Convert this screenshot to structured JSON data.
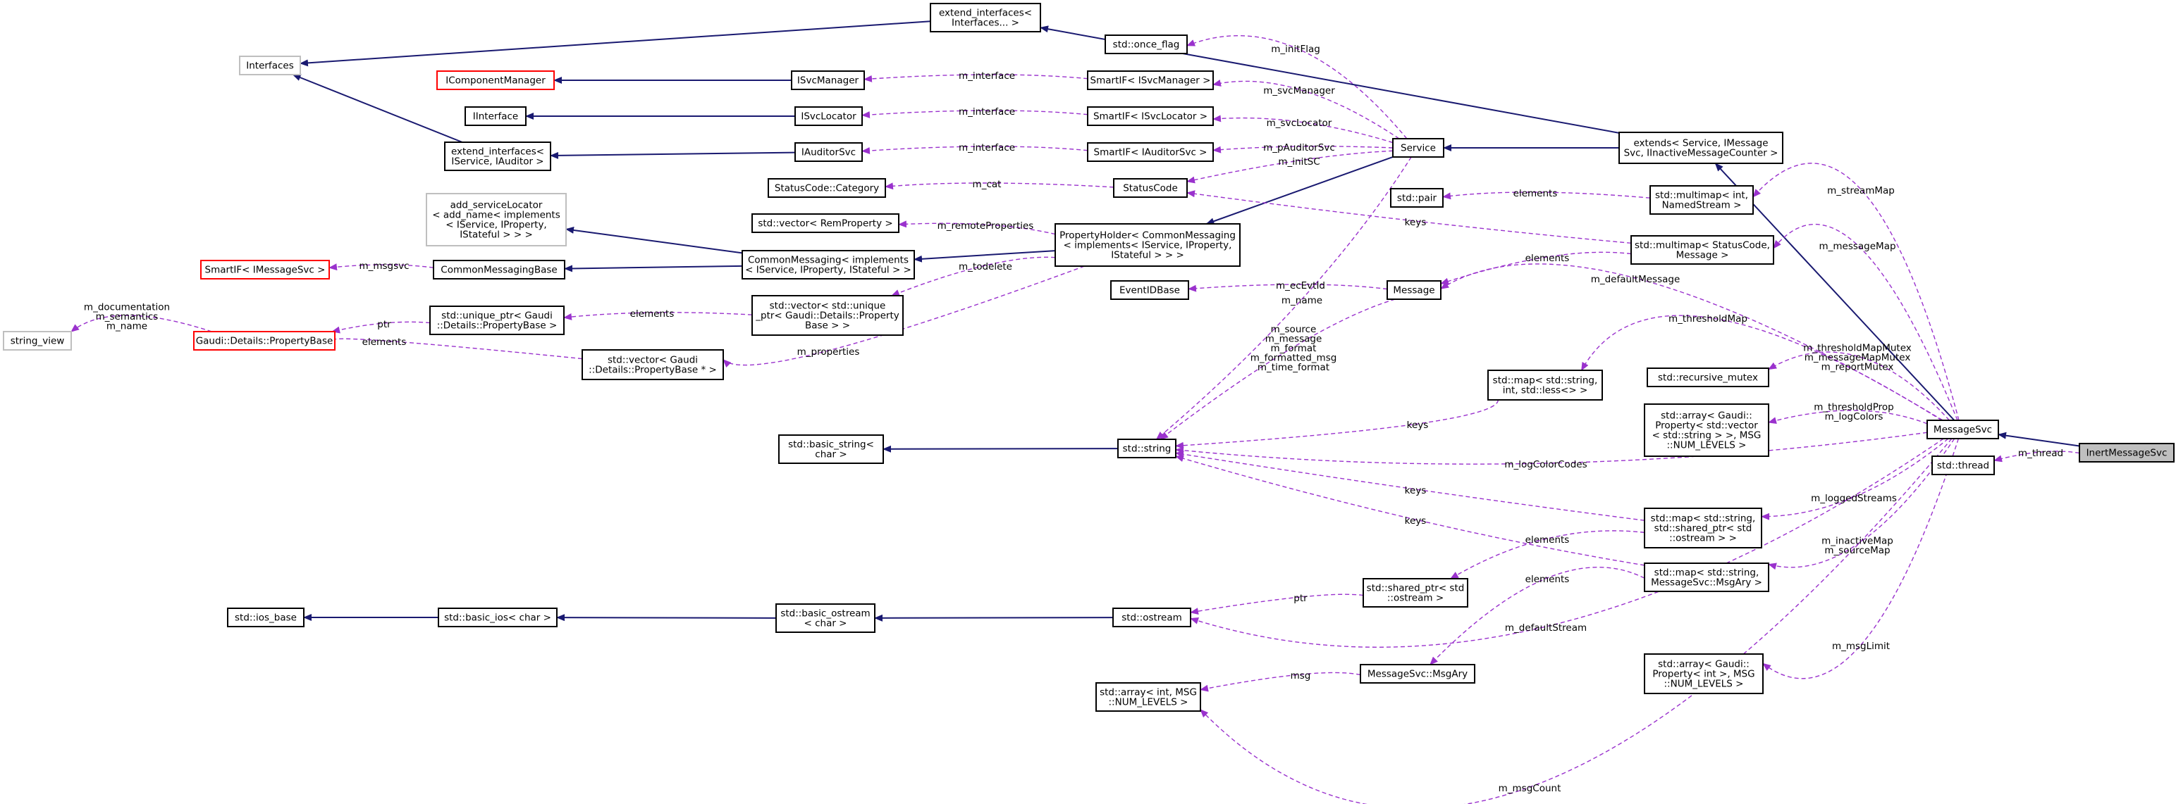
{
  "colors": {
    "inherit": "#191970",
    "usage": "#9a32cd",
    "node_border": "#000000",
    "node_border_external": "#ff0000",
    "node_border_gray": "#bfbfbf",
    "highlight_fill": "#bfbfbf",
    "background": "#ffffff"
  },
  "nodes": [
    {
      "id": "Interfaces",
      "lines": [
        "Interfaces"
      ],
      "style": "gray"
    },
    {
      "id": "extend_interfaces_top",
      "lines": [
        "extend_interfaces<",
        "Interfaces... >"
      ],
      "style": "black"
    },
    {
      "id": "IComponentManager",
      "lines": [
        "IComponentManager"
      ],
      "style": "red"
    },
    {
      "id": "IInterface",
      "lines": [
        "IInterface"
      ],
      "style": "black"
    },
    {
      "id": "extend_interfaces_auditor",
      "lines": [
        "extend_interfaces<",
        "IService, IAuditor >"
      ],
      "style": "black"
    },
    {
      "id": "ISvcManager",
      "lines": [
        "ISvcManager"
      ],
      "style": "black"
    },
    {
      "id": "ISvcLocator",
      "lines": [
        "ISvcLocator"
      ],
      "style": "black"
    },
    {
      "id": "IAuditorSvc",
      "lines": [
        "IAuditorSvc"
      ],
      "style": "black"
    },
    {
      "id": "once_flag",
      "lines": [
        "std::once_flag"
      ],
      "style": "black"
    },
    {
      "id": "SmartIF_ISvcManager",
      "lines": [
        "SmartIF< ISvcManager >"
      ],
      "style": "black"
    },
    {
      "id": "SmartIF_ISvcLocator",
      "lines": [
        "SmartIF< ISvcLocator >"
      ],
      "style": "black"
    },
    {
      "id": "SmartIF_IAuditorSvc",
      "lines": [
        "SmartIF< IAuditorSvc >"
      ],
      "style": "black"
    },
    {
      "id": "StatusCodeCategory",
      "lines": [
        "StatusCode::Category"
      ],
      "style": "black"
    },
    {
      "id": "StatusCode",
      "lines": [
        "StatusCode"
      ],
      "style": "black"
    },
    {
      "id": "Service",
      "lines": [
        "Service"
      ],
      "style": "black"
    },
    {
      "id": "extends_Service",
      "lines": [
        "extends< Service, IMessage",
        "Svc, IInactiveMessageCounter >"
      ],
      "style": "black"
    },
    {
      "id": "add_serviceLocator",
      "lines": [
        "add_serviceLocator",
        "< add_name< implements",
        "< IService, IProperty,",
        "IStateful > > >"
      ],
      "style": "gray"
    },
    {
      "id": "vector_RemProperty",
      "lines": [
        "std::vector< RemProperty >"
      ],
      "style": "black"
    },
    {
      "id": "SmartIF_IMessageSvc",
      "lines": [
        "SmartIF< IMessageSvc >"
      ],
      "style": "red"
    },
    {
      "id": "CommonMessagingBase",
      "lines": [
        "CommonMessagingBase"
      ],
      "style": "black"
    },
    {
      "id": "CommonMessaging",
      "lines": [
        "CommonMessaging< implements",
        "< IService, IProperty, IStateful > >"
      ],
      "style": "black"
    },
    {
      "id": "PropertyHolder",
      "lines": [
        "PropertyHolder< CommonMessaging",
        "< implements< IService, IProperty,",
        "IStateful > > >"
      ],
      "style": "black"
    },
    {
      "id": "string_view",
      "lines": [
        "string_view"
      ],
      "style": "gray"
    },
    {
      "id": "PropertyBase",
      "lines": [
        "Gaudi::Details::PropertyBase"
      ],
      "style": "red"
    },
    {
      "id": "unique_ptr_PropertyBase",
      "lines": [
        "std::unique_ptr< Gaudi",
        "::Details::PropertyBase >"
      ],
      "style": "black"
    },
    {
      "id": "vector_unique_ptr",
      "lines": [
        "std::vector< std::unique",
        "_ptr< Gaudi::Details::Property",
        "Base > >"
      ],
      "style": "black"
    },
    {
      "id": "vector_PropertyBase_ptr",
      "lines": [
        "std::vector< Gaudi",
        "::Details::PropertyBase * >"
      ],
      "style": "black"
    },
    {
      "id": "EventIDBase",
      "lines": [
        "EventIDBase"
      ],
      "style": "black"
    },
    {
      "id": "Message",
      "lines": [
        "Message"
      ],
      "style": "black"
    },
    {
      "id": "std_pair",
      "lines": [
        "std::pair"
      ],
      "style": "black"
    },
    {
      "id": "multimap_NamedStream",
      "lines": [
        "std::multimap< int,",
        "NamedStream >"
      ],
      "style": "black"
    },
    {
      "id": "multimap_StatusCode",
      "lines": [
        "std::multimap< StatusCode,",
        "Message >"
      ],
      "style": "black"
    },
    {
      "id": "basic_string_char",
      "lines": [
        "std::basic_string<",
        "char >"
      ],
      "style": "black"
    },
    {
      "id": "std_string",
      "lines": [
        "std::string"
      ],
      "style": "black"
    },
    {
      "id": "map_string_int",
      "lines": [
        "std::map< std::string,",
        "int, std::less<> >"
      ],
      "style": "black"
    },
    {
      "id": "recursive_mutex",
      "lines": [
        "std::recursive_mutex"
      ],
      "style": "black"
    },
    {
      "id": "array_Property_vector",
      "lines": [
        "std::array< Gaudi::",
        "Property< std::vector",
        "< std::string > >, MSG",
        "::NUM_LEVELS >"
      ],
      "style": "black"
    },
    {
      "id": "MessageSvc",
      "lines": [
        "MessageSvc"
      ],
      "style": "black"
    },
    {
      "id": "std_thread",
      "lines": [
        "std::thread"
      ],
      "style": "black"
    },
    {
      "id": "InertMessageSvc",
      "lines": [
        "InertMessageSvc"
      ],
      "style": "highlight"
    },
    {
      "id": "map_shared_ostream",
      "lines": [
        "std::map< std::string,",
        "std::shared_ptr< std",
        "::ostream > >"
      ],
      "style": "black"
    },
    {
      "id": "map_MsgAry",
      "lines": [
        "std::map< std::string,",
        "MessageSvc::MsgAry >"
      ],
      "style": "black"
    },
    {
      "id": "shared_ptr_ostream",
      "lines": [
        "std::shared_ptr< std",
        "::ostream >"
      ],
      "style": "black"
    },
    {
      "id": "ios_base",
      "lines": [
        "std::ios_base"
      ],
      "style": "black"
    },
    {
      "id": "basic_ios_char",
      "lines": [
        "std::basic_ios< char >"
      ],
      "style": "black"
    },
    {
      "id": "basic_ostream_char",
      "lines": [
        "std::basic_ostream",
        "< char >"
      ],
      "style": "black"
    },
    {
      "id": "std_ostream",
      "lines": [
        "std::ostream"
      ],
      "style": "black"
    },
    {
      "id": "MsgAry",
      "lines": [
        "MessageSvc::MsgAry"
      ],
      "style": "black"
    },
    {
      "id": "array_int_levels",
      "lines": [
        "std::array< int, MSG",
        "::NUM_LEVELS >"
      ],
      "style": "black"
    },
    {
      "id": "array_Property_int",
      "lines": [
        "std::array< Gaudi::",
        "Property< int >, MSG",
        "::NUM_LEVELS >"
      ],
      "style": "black"
    }
  ],
  "edges": [
    {
      "from": "extend_interfaces_top",
      "to": "Interfaces",
      "kind": "inherit",
      "label": []
    },
    {
      "from": "extend_interfaces_auditor",
      "to": "Interfaces",
      "kind": "inherit",
      "label": []
    },
    {
      "from": "ISvcManager",
      "to": "IComponentManager",
      "kind": "inherit",
      "label": []
    },
    {
      "from": "ISvcLocator",
      "to": "IInterface",
      "kind": "inherit",
      "label": []
    },
    {
      "from": "IAuditorSvc",
      "to": "extend_interfaces_auditor",
      "kind": "inherit",
      "label": []
    },
    {
      "from": "SmartIF_ISvcManager",
      "to": "ISvcManager",
      "kind": "usage",
      "label": [
        "m_interface"
      ]
    },
    {
      "from": "SmartIF_ISvcLocator",
      "to": "ISvcLocator",
      "kind": "usage",
      "label": [
        "m_interface"
      ]
    },
    {
      "from": "SmartIF_IAuditorSvc",
      "to": "IAuditorSvc",
      "kind": "usage",
      "label": [
        "m_interface"
      ]
    },
    {
      "from": "StatusCode",
      "to": "StatusCodeCategory",
      "kind": "usage",
      "label": [
        "m_cat"
      ]
    },
    {
      "from": "Service",
      "to": "once_flag",
      "kind": "usage",
      "label": [
        "m_initFlag"
      ]
    },
    {
      "from": "Service",
      "to": "SmartIF_ISvcManager",
      "kind": "usage",
      "label": [
        "m_svcManager"
      ]
    },
    {
      "from": "Service",
      "to": "SmartIF_ISvcLocator",
      "kind": "usage",
      "label": [
        "m_svcLocator"
      ]
    },
    {
      "from": "Service",
      "to": "SmartIF_IAuditorSvc",
      "kind": "usage",
      "label": [
        "m_pAuditorSvc"
      ]
    },
    {
      "from": "Service",
      "to": "StatusCode",
      "kind": "usage",
      "label": [
        "m_initSC"
      ]
    },
    {
      "from": "Service",
      "to": "PropertyHolder",
      "kind": "inherit",
      "label": []
    },
    {
      "from": "Service",
      "to": "std_string",
      "kind": "usage",
      "label": [
        "m_name"
      ]
    },
    {
      "from": "extends_Service",
      "to": "extend_interfaces_top",
      "kind": "inherit",
      "label": []
    },
    {
      "from": "extends_Service",
      "to": "Service",
      "kind": "inherit",
      "label": []
    },
    {
      "from": "CommonMessaging",
      "to": "add_serviceLocator",
      "kind": "inherit",
      "label": []
    },
    {
      "from": "CommonMessaging",
      "to": "CommonMessagingBase",
      "kind": "inherit",
      "label": []
    },
    {
      "from": "CommonMessagingBase",
      "to": "SmartIF_IMessageSvc",
      "kind": "usage",
      "label": [
        "m_msgsvc"
      ]
    },
    {
      "from": "PropertyHolder",
      "to": "CommonMessaging",
      "kind": "inherit",
      "label": []
    },
    {
      "from": "PropertyHolder",
      "to": "vector_RemProperty",
      "kind": "usage",
      "label": [
        "m_remoteProperties"
      ]
    },
    {
      "from": "PropertyHolder",
      "to": "vector_unique_ptr",
      "kind": "usage",
      "label": [
        "m_todelete"
      ]
    },
    {
      "from": "PropertyHolder",
      "to": "vector_PropertyBase_ptr",
      "kind": "usage",
      "label": [
        "m_properties"
      ]
    },
    {
      "from": "PropertyBase",
      "to": "string_view",
      "kind": "usage",
      "label": [
        "m_documentation",
        "m_semantics",
        "m_name"
      ]
    },
    {
      "from": "unique_ptr_PropertyBase",
      "to": "PropertyBase",
      "kind": "usage",
      "label": [
        "ptr"
      ]
    },
    {
      "from": "vector_unique_ptr",
      "to": "unique_ptr_PropertyBase",
      "kind": "usage",
      "label": [
        "elements"
      ]
    },
    {
      "from": "vector_PropertyBase_ptr",
      "to": "PropertyBase",
      "kind": "usage",
      "label": [
        "elements"
      ]
    },
    {
      "from": "Message",
      "to": "EventIDBase",
      "kind": "usage",
      "label": [
        "m_ecEvtId"
      ]
    },
    {
      "from": "Message",
      "to": "std_string",
      "kind": "usage",
      "label": [
        "m_source",
        "m_message",
        "m_format",
        "m_formatted_msg",
        "m_time_format"
      ]
    },
    {
      "from": "multimap_NamedStream",
      "to": "std_pair",
      "kind": "usage",
      "label": [
        "elements"
      ]
    },
    {
      "from": "multimap_StatusCode",
      "to": "StatusCode",
      "kind": "usage",
      "label": [
        "keys"
      ]
    },
    {
      "from": "multimap_StatusCode",
      "to": "Message",
      "kind": "usage",
      "label": [
        "elements"
      ]
    },
    {
      "from": "std_string",
      "to": "basic_string_char",
      "kind": "inherit",
      "label": []
    },
    {
      "from": "map_string_int",
      "to": "std_string",
      "kind": "usage",
      "label": [
        "keys"
      ]
    },
    {
      "from": "MessageSvc",
      "to": "extends_Service",
      "kind": "inherit",
      "label": []
    },
    {
      "from": "MessageSvc",
      "to": "multimap_NamedStream",
      "kind": "usage",
      "label": [
        "m_streamMap"
      ]
    },
    {
      "from": "MessageSvc",
      "to": "multimap_StatusCode",
      "kind": "usage",
      "label": [
        "m_messageMap"
      ]
    },
    {
      "from": "MessageSvc",
      "to": "Message",
      "kind": "usage",
      "label": [
        "m_defaultMessage"
      ]
    },
    {
      "from": "MessageSvc",
      "to": "map_string_int",
      "kind": "usage",
      "label": [
        "m_thresholdMap"
      ]
    },
    {
      "from": "MessageSvc",
      "to": "recursive_mutex",
      "kind": "usage",
      "label": [
        "m_thresholdMapMutex",
        "m_messageMapMutex",
        "m_reportMutex"
      ]
    },
    {
      "from": "MessageSvc",
      "to": "array_Property_vector",
      "kind": "usage",
      "label": [
        "m_thresholdProp",
        "m_logColors"
      ]
    },
    {
      "from": "MessageSvc",
      "to": "std_string",
      "kind": "usage",
      "label": [
        "m_logColorCodes"
      ]
    },
    {
      "from": "MessageSvc",
      "to": "map_shared_ostream",
      "kind": "usage",
      "label": [
        "m_loggedStreams"
      ]
    },
    {
      "from": "MessageSvc",
      "to": "map_MsgAry",
      "kind": "usage",
      "label": [
        "m_inactiveMap",
        "m_sourceMap"
      ]
    },
    {
      "from": "MessageSvc",
      "to": "std_ostream",
      "kind": "usage",
      "label": [
        "m_defaultStream"
      ]
    },
    {
      "from": "MessageSvc",
      "to": "array_Property_int",
      "kind": "usage",
      "label": [
        "m_msgLimit"
      ]
    },
    {
      "from": "MessageSvc",
      "to": "array_int_levels",
      "kind": "usage",
      "label": [
        "m_msgCount"
      ]
    },
    {
      "from": "InertMessageSvc",
      "to": "MessageSvc",
      "kind": "inherit",
      "label": []
    },
    {
      "from": "InertMessageSvc",
      "to": "std_thread",
      "kind": "usage",
      "label": [
        "m_thread"
      ]
    },
    {
      "from": "map_shared_ostream",
      "to": "std_string",
      "kind": "usage",
      "label": [
        "keys"
      ]
    },
    {
      "from": "map_shared_ostream",
      "to": "shared_ptr_ostream",
      "kind": "usage",
      "label": [
        "elements"
      ]
    },
    {
      "from": "map_MsgAry",
      "to": "std_string",
      "kind": "usage",
      "label": [
        "keys"
      ]
    },
    {
      "from": "map_MsgAry",
      "to": "MsgAry",
      "kind": "usage",
      "label": [
        "elements"
      ]
    },
    {
      "from": "shared_ptr_ostream",
      "to": "std_ostream",
      "kind": "usage",
      "label": [
        "ptr"
      ]
    },
    {
      "from": "basic_ios_char",
      "to": "ios_base",
      "kind": "inherit",
      "label": []
    },
    {
      "from": "basic_ostream_char",
      "to": "basic_ios_char",
      "kind": "inherit",
      "label": []
    },
    {
      "from": "std_ostream",
      "to": "basic_ostream_char",
      "kind": "inherit",
      "label": []
    },
    {
      "from": "MsgAry",
      "to": "array_int_levels",
      "kind": "usage",
      "label": [
        "msg"
      ]
    }
  ]
}
